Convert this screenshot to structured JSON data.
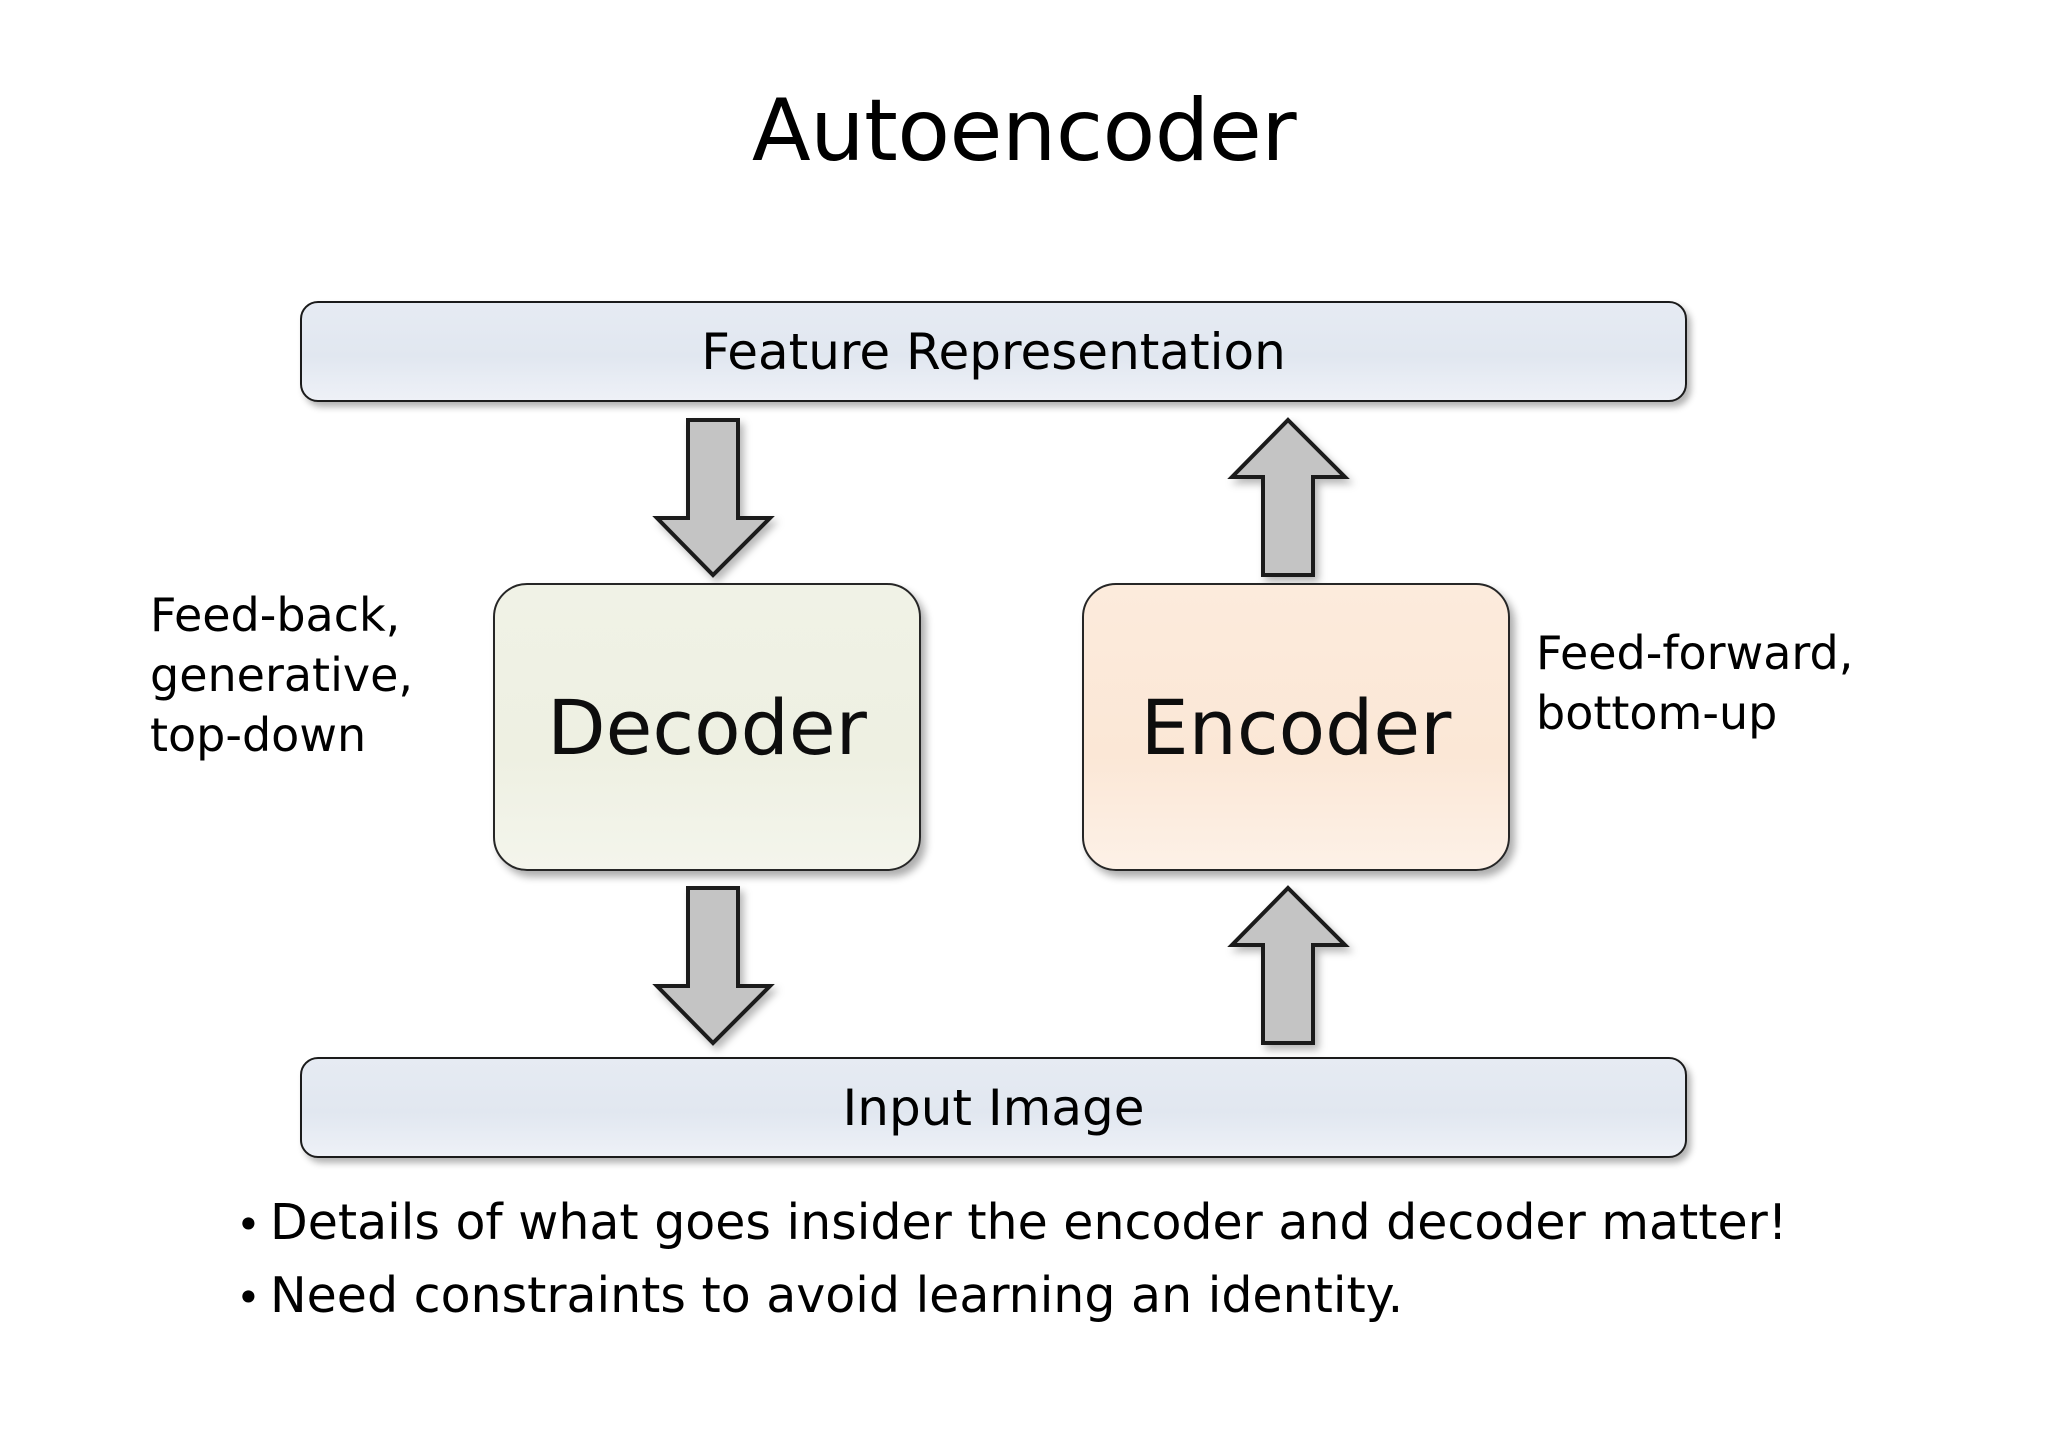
{
  "slide": {
    "title": "Autoencoder",
    "background_color": "#ffffff"
  },
  "boxes": {
    "feature_representation": {
      "label": "Feature Representation",
      "fill_color": "#e2e8f1",
      "border_color": "#1b1b1b"
    },
    "input_image": {
      "label": "Input Image",
      "fill_color": "#e2e8f1",
      "border_color": "#1b1b1b"
    },
    "decoder": {
      "label": "Decoder",
      "fill_color": "#eef0e3",
      "border_color": "#262626"
    },
    "encoder": {
      "label": "Encoder",
      "fill_color": "#fbe8d8",
      "border_color": "#262626"
    }
  },
  "annotations": {
    "left": {
      "line1": "Feed-back,",
      "line2": "generative,",
      "line3": "top-down"
    },
    "right": {
      "line1": "Feed-forward,",
      "line2": "bottom-up"
    }
  },
  "arrows": {
    "fill_color": "#c4c4c4",
    "border_color": "#1b1b1b",
    "feature_to_decoder": "down-arrow",
    "encoder_to_feature": "up-arrow",
    "decoder_to_input": "down-arrow",
    "input_to_encoder": "up-arrow"
  },
  "bullets": [
    {
      "marker": "•",
      "text": "Details of what goes insider the encoder and decoder matter!"
    },
    {
      "marker": "•",
      "text": "Need constraints to avoid learning an identity."
    }
  ]
}
